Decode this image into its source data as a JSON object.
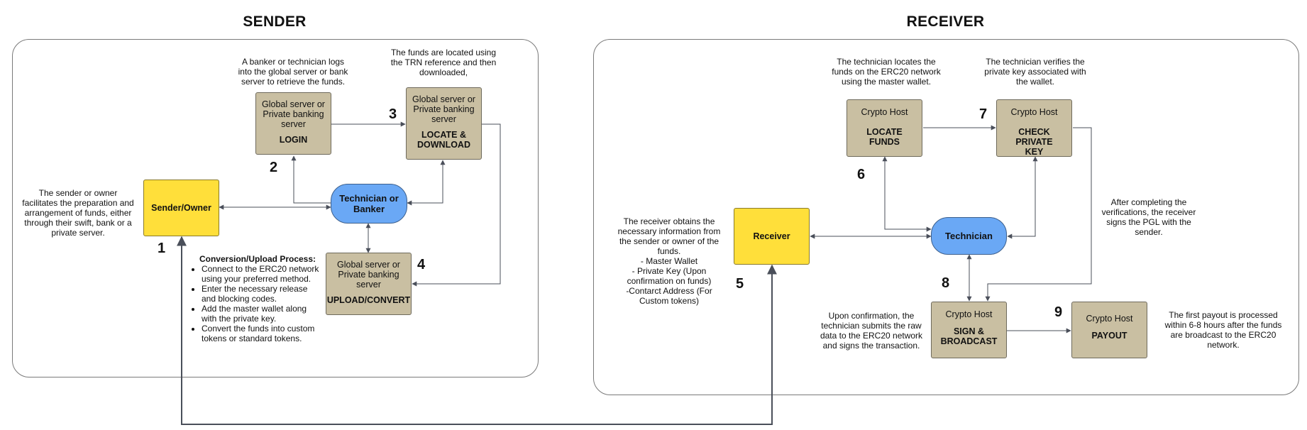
{
  "sender": {
    "title": "SENDER",
    "owner_box": "Sender/Owner",
    "owner_note": "The sender or owner facilitates the preparation and arrangement of funds, either through their swift, bank or a private server.",
    "technician": "Technician or Banker",
    "login_box": {
      "sub": "Global server or Private banking server",
      "main": "LOGIN"
    },
    "login_note": "A banker or technician logs into the global server or bank server to retrieve the funds.",
    "locate_box": {
      "sub": "Global server or Private banking server",
      "main": "LOCATE & DOWNLOAD"
    },
    "locate_note": "The funds are located using the TRN reference and then downloaded,",
    "upload_box": {
      "sub": "Global server or Private banking server",
      "main": "UPLOAD/CONVERT"
    },
    "process": {
      "title": "Conversion/Upload Process:",
      "items": [
        "Connect to the ERC20 network using your preferred method.",
        "Enter the necessary release and blocking codes.",
        "Add the master wallet along with the private key.",
        "Convert the funds into custom tokens or standard tokens."
      ]
    },
    "steps": [
      "1",
      "2",
      "3",
      "4"
    ]
  },
  "receiver": {
    "title": "RECEIVER",
    "receiver_box": "Receiver",
    "receiver_note": "The receiver obtains the necessary information from the sender or owner of the funds.\n- Master Wallet\n- Private Key (Upon confirmation on funds)\n-Contarct Address (For Custom tokens)",
    "technician": "Technician",
    "locate_box": {
      "sub": "Crypto Host",
      "main": "LOCATE FUNDS"
    },
    "locate_note": "The technician locates the funds on the ERC20 network using the master wallet.",
    "check_box": {
      "sub": "Crypto Host",
      "main": "CHECK PRIVATE KEY"
    },
    "check_note": "The technician verifies the private key associated with the wallet.",
    "sign_note": "After completing the verifications, the receiver signs the PGL with the sender.",
    "broadcast_box": {
      "sub": "Crypto Host",
      "main": "SIGN & BROADCAST"
    },
    "broadcast_note": "Upon confirmation, the technician submits the raw data to the ERC20 network and signs the transaction.",
    "payout_box": {
      "sub": "Crypto Host",
      "main": "PAYOUT"
    },
    "payout_note": "The first payout is processed within 6-8 hours after the funds are broadcast to the ERC20 network.",
    "steps": [
      "5",
      "6",
      "7",
      "8",
      "9"
    ]
  },
  "colors": {
    "box_fill": "#c9bfa2",
    "owner_fill": "#ffdf3a",
    "technician_fill": "#6aa8f5",
    "connector": "#4a4f5a"
  }
}
